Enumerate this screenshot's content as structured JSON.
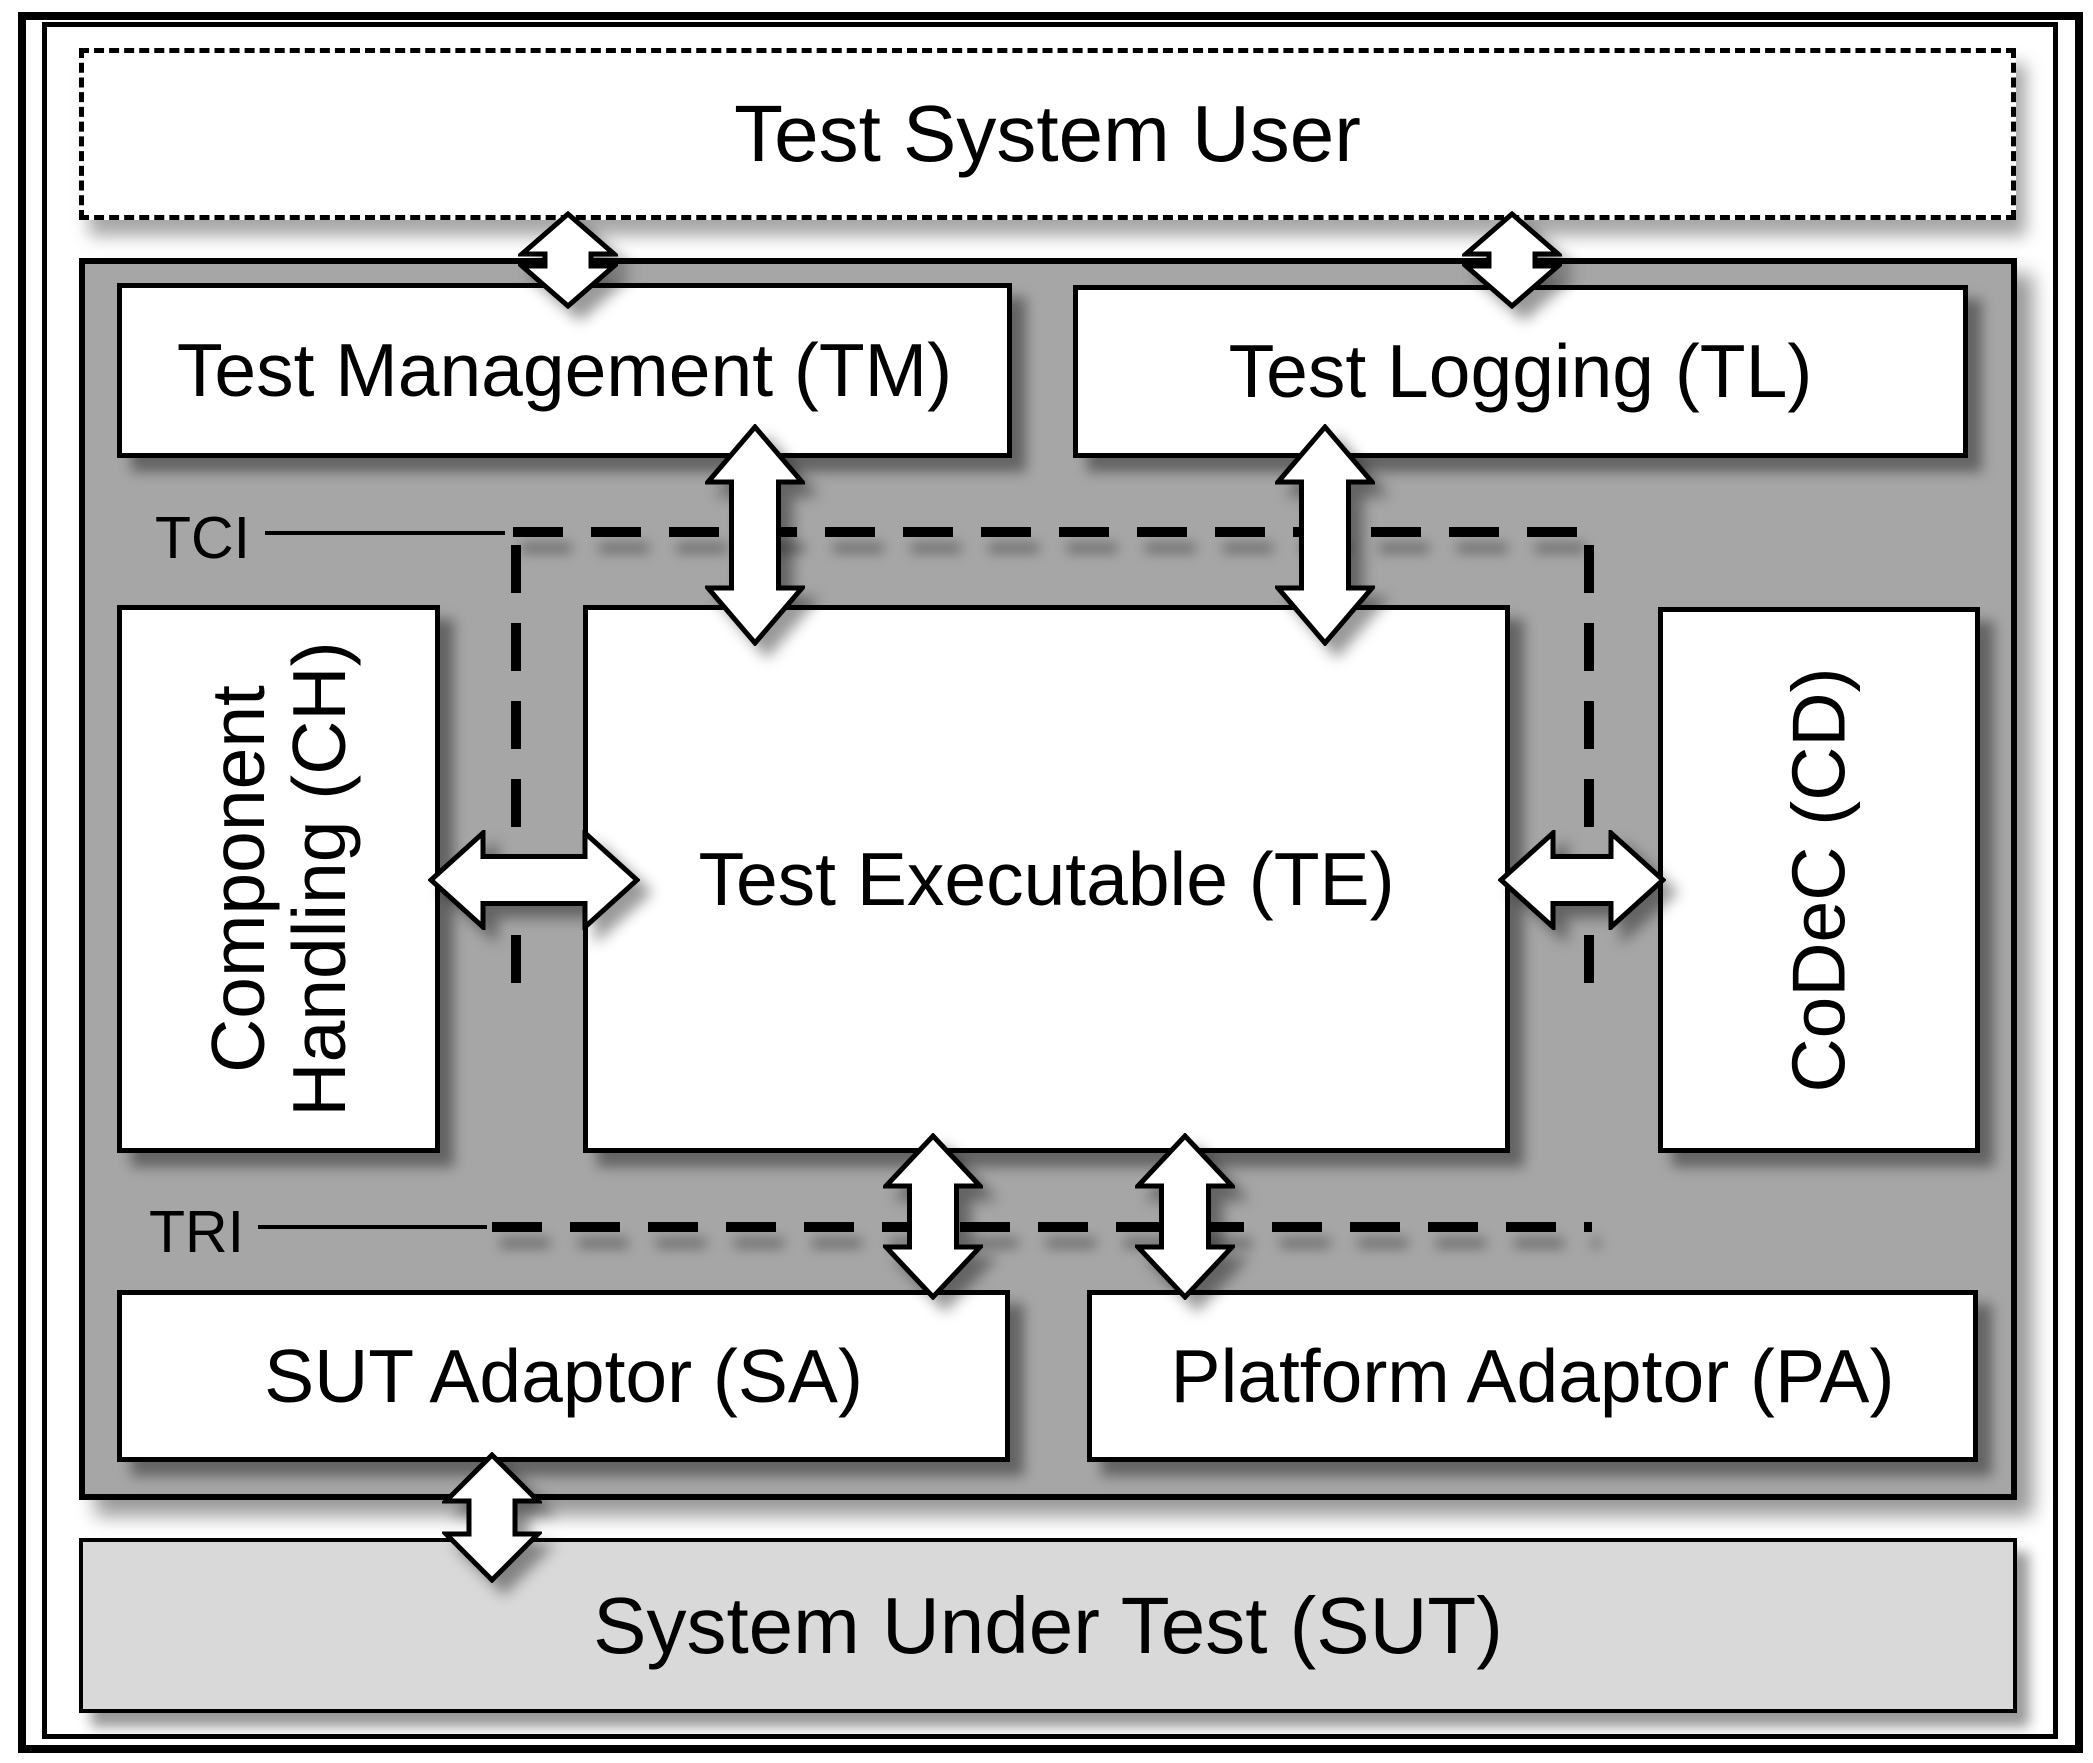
{
  "diagram": {
    "nodes": {
      "tsu": "Test System User",
      "tm": "Test Management (TM)",
      "tl": "Test Logging (TL)",
      "ch": "Component Handling (CH)",
      "te": "Test Executable (TE)",
      "cd": "CoDeC (CD)",
      "sa": "SUT Adaptor (SA)",
      "pa": "Platform Adaptor (PA)",
      "sut": "System Under Test (SUT)"
    },
    "interfaces": {
      "tci": "TCI",
      "tri": "TRI"
    },
    "colors": {
      "panel_fill": "#a6a6a6",
      "sut_fill": "#d9d9d9",
      "box_fill": "#ffffff",
      "line": "#000000"
    }
  }
}
